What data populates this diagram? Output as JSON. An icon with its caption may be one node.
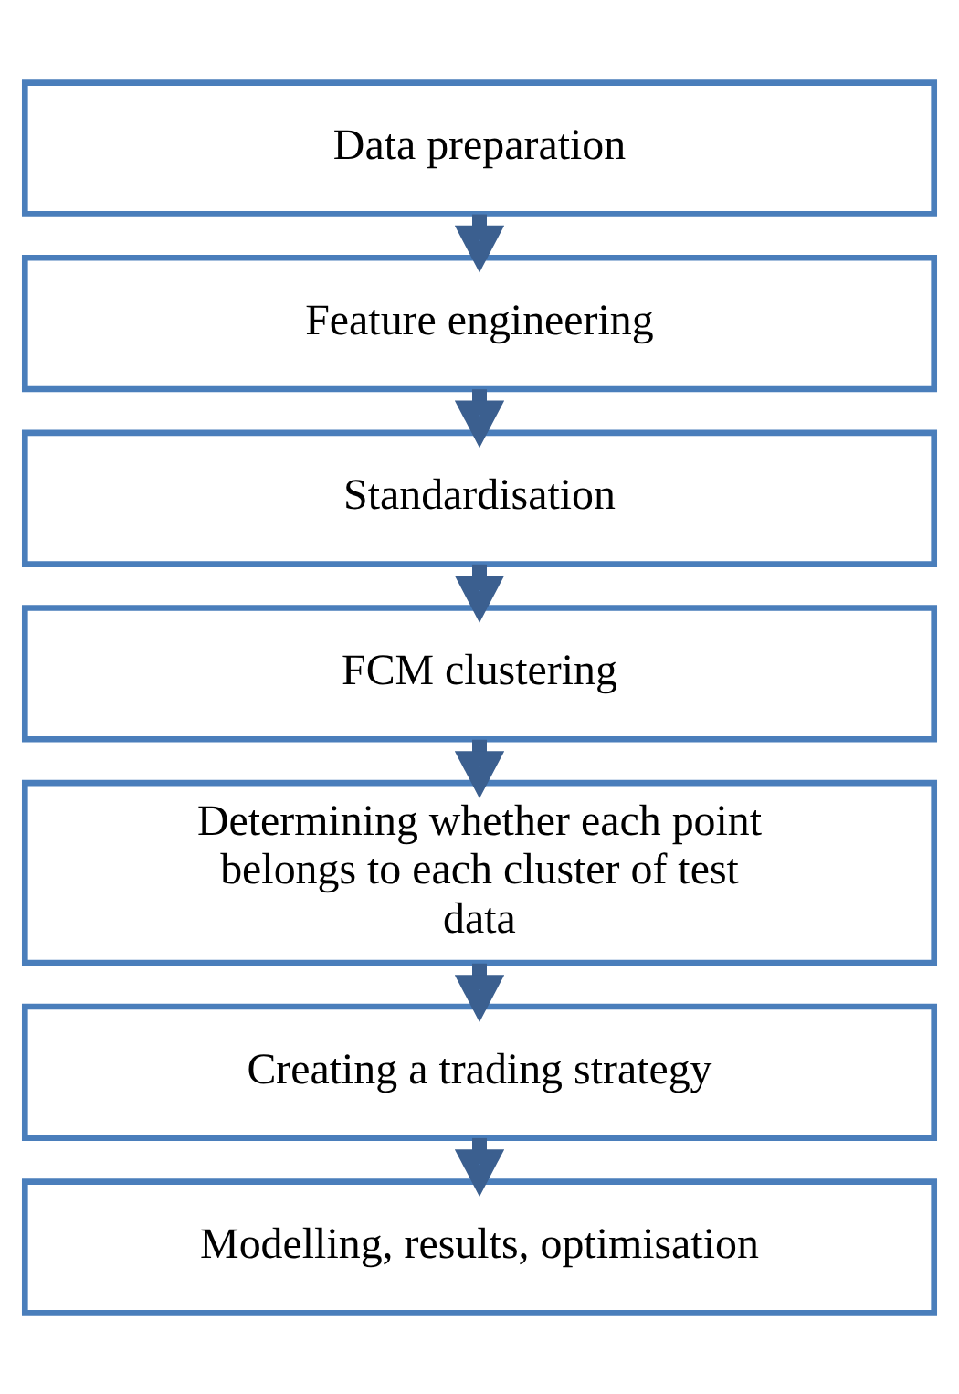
{
  "diagram": {
    "nodes": [
      {
        "text": [
          "Data preparation"
        ]
      },
      {
        "text": [
          "Feature engineering"
        ]
      },
      {
        "text": [
          "Standardisation"
        ]
      },
      {
        "text": [
          "FCM clustering"
        ]
      },
      {
        "text": [
          "Determining whether each point belongs to each cluster of test data"
        ]
      },
      {
        "text": [
          "Creating a trading strategy"
        ]
      },
      {
        "text": [
          "Modelling, results, optimisation"
        ]
      }
    ],
    "edges": [
      {
        "from": 0,
        "to": 1,
        "arrow": "to"
      },
      {
        "from": 1,
        "to": 2,
        "arrow": "to"
      },
      {
        "from": 2,
        "to": 3,
        "arrow": "to"
      },
      {
        "from": 3,
        "to": 4,
        "arrow": "to"
      },
      {
        "from": 4,
        "to": 5,
        "arrow": "to"
      },
      {
        "from": 5,
        "to": 6,
        "arrow": "to"
      }
    ]
  }
}
